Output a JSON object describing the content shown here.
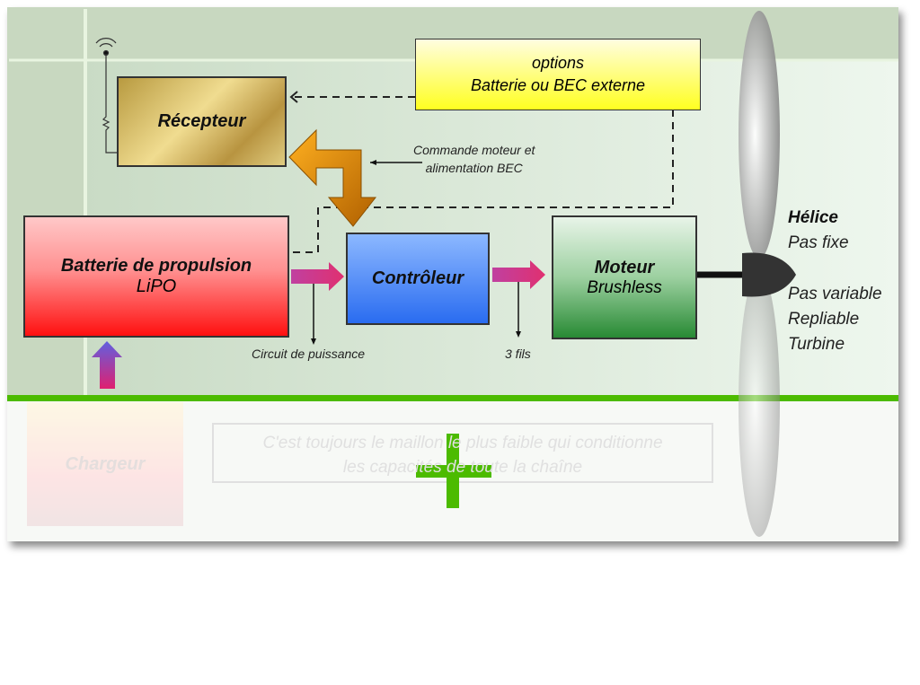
{
  "options": {
    "line1": "options",
    "line2": "Batterie ou BEC externe"
  },
  "recepteur": "Récepteur",
  "batterie": {
    "title": "Batterie de propulsion",
    "sub": "LiPO"
  },
  "controleur": "Contrôleur",
  "moteur": {
    "title": "Moteur",
    "sub": "Brushless"
  },
  "commande": {
    "line1": "Commande moteur et",
    "line2": "alimentation  BEC"
  },
  "circuit": "Circuit de puissance",
  "fils": "3 fils",
  "helice": {
    "title": "Hélice",
    "items": [
      "Pas fixe",
      "Pas variable",
      "Repliable",
      "Turbine"
    ]
  },
  "chargeur": "Chargeur",
  "quote": {
    "line1": "C'est toujours le maillon le plus faible qui conditionne",
    "line2": "les capacités de toute la chaîne"
  },
  "colors": {
    "accent_green": "#4cbb00",
    "battery": "#ff2020",
    "controller": "#3a78f0",
    "motor": "#2f8a3a",
    "options": "#ffff30",
    "receiver": "#c8a850"
  }
}
